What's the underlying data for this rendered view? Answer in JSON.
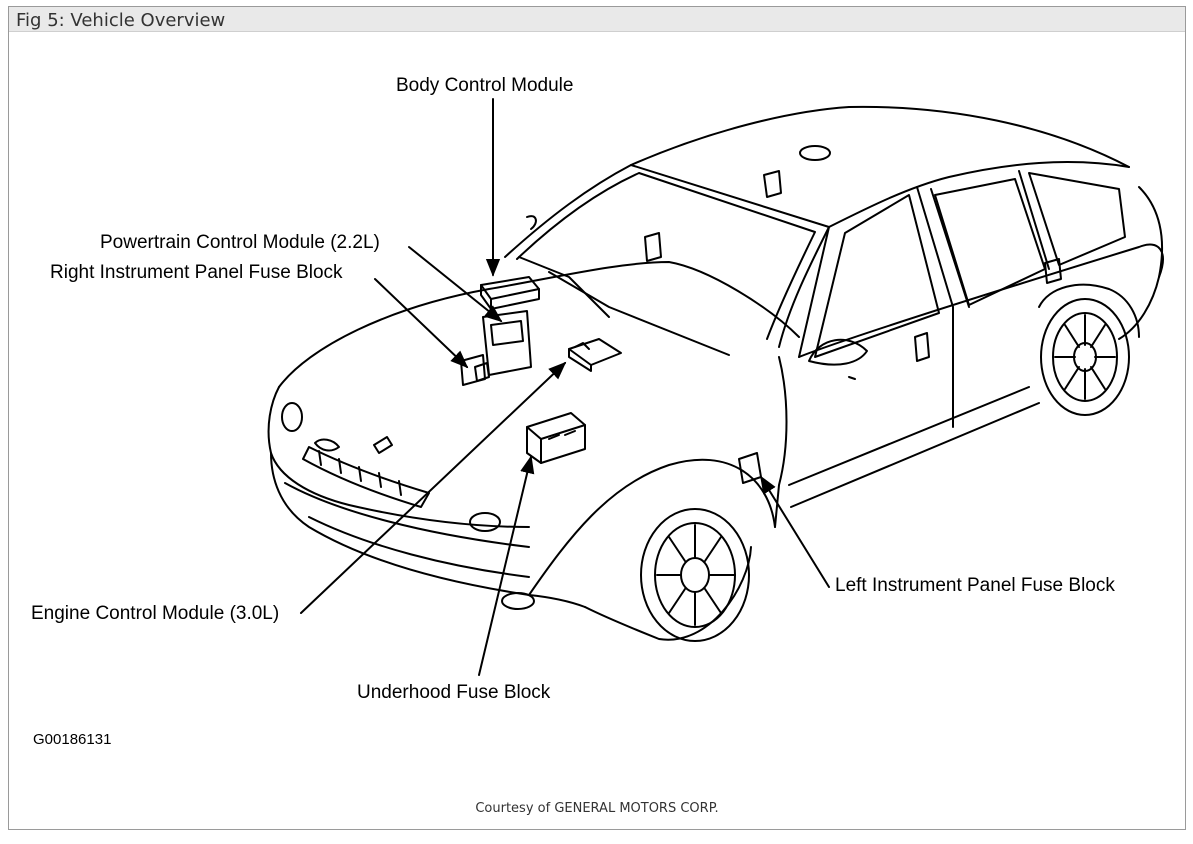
{
  "figure": {
    "title": "Fig 5: Vehicle Overview",
    "image_id": "G00186131",
    "credit": "Courtesy of GENERAL MOTORS CORP."
  },
  "labels": {
    "body_control_module": "Body Control Module",
    "powertrain_control_module": "Powertrain Control Module (2.2L)",
    "right_ip_fuse_block": "Right Instrument Panel Fuse Block",
    "engine_control_module": "Engine Control Module (3.0L)",
    "underhood_fuse_block": "Underhood Fuse Block",
    "left_ip_fuse_block": "Left Instrument Panel Fuse Block"
  },
  "colors": {
    "ink": "#000000",
    "frame": "#9a9a9a",
    "titlebar": "#e9e9e9"
  }
}
